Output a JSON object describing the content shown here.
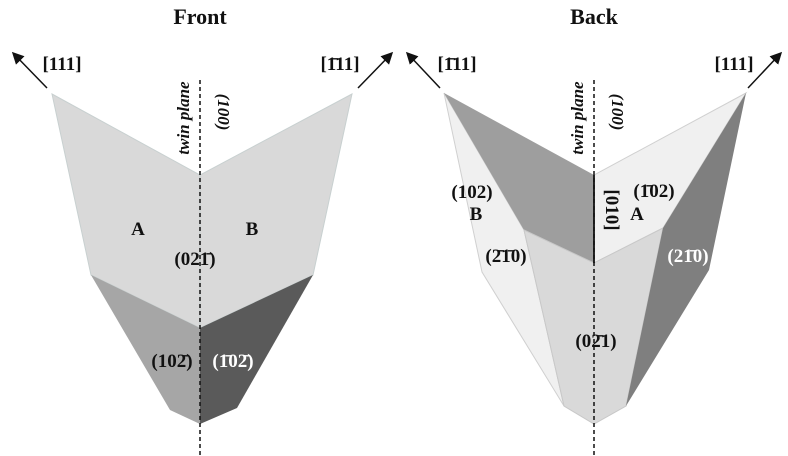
{
  "front": {
    "title": "Front",
    "dir_left": "[111]",
    "dir_right": "[1̄11]",
    "twin_plane": "twin plane",
    "plane_index": "(100)",
    "twin_a": "A",
    "twin_b": "B",
    "face_top": "(021̄)",
    "face_left_bottom": "(102̄)",
    "face_right_bottom": "(1̄02̄)"
  },
  "back": {
    "title": "Back",
    "dir_left": "[1̄11]",
    "dir_right": "[111]",
    "twin_plane": "twin plane",
    "plane_index": "(100)",
    "edge_dir": "[010]",
    "face_b": "(102)",
    "twin_b": "B",
    "face_a": "(1̄02)",
    "twin_a": "A",
    "face_left_side": "(2̄1̄0)",
    "face_right_side": "(21̄0)",
    "face_center": "(02̄1)"
  },
  "colors": {
    "light": "#d9d9d9",
    "mid": "#a6a6a6",
    "dark": "#5a5a5a",
    "pale": "#f0f0f0",
    "gray": "#9e9e9e",
    "darkgray": "#7f7f7f"
  }
}
